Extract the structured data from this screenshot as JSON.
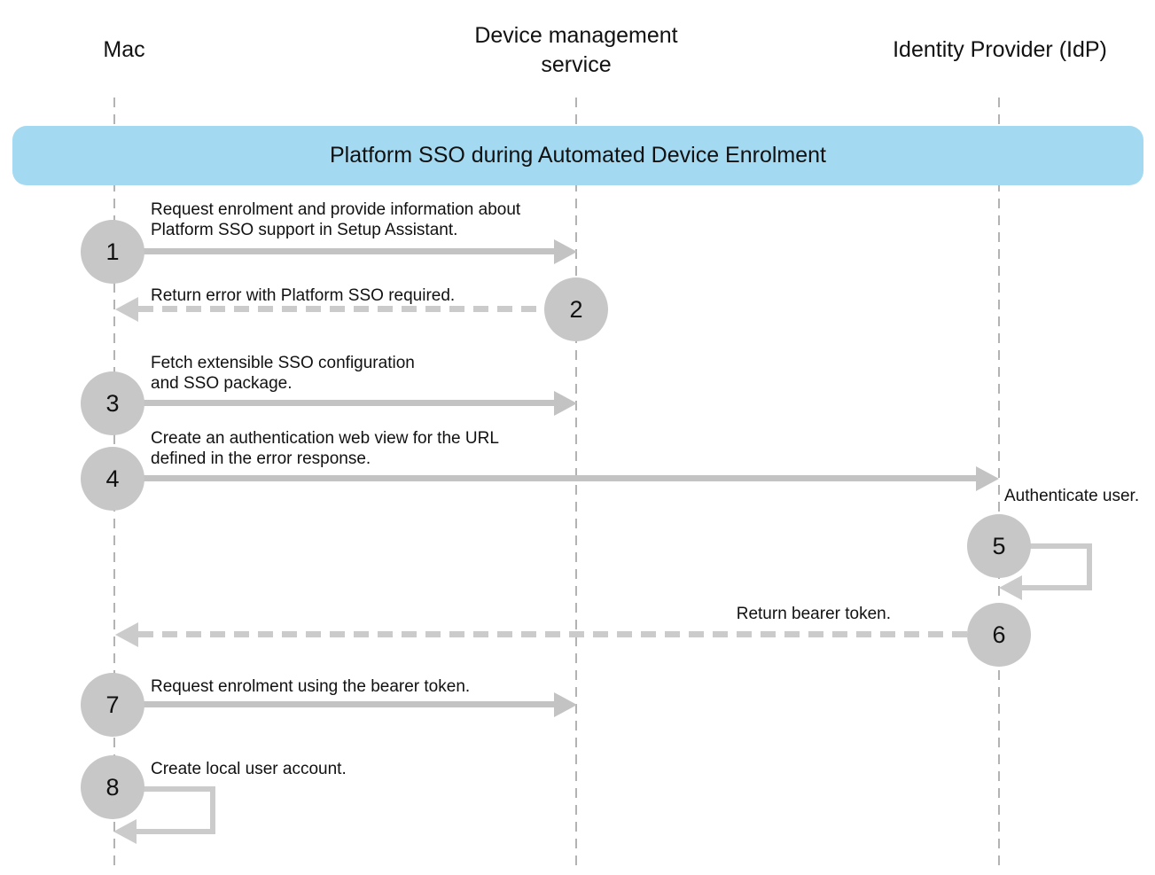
{
  "colors": {
    "banner_bg": "#a3d9f1",
    "circle_fill": "#c7c7c7",
    "solid_arrow": "#c3c3c3",
    "dashed_arrow": "#cbcbcb",
    "lifeline": "#b3b3b3",
    "text": "#111111"
  },
  "actors": [
    {
      "name": "Mac"
    },
    {
      "name": "Device management\nservice"
    },
    {
      "name": "Identity Provider (IdP)"
    }
  ],
  "banner": {
    "title": "Platform SSO during Automated Device Enrolment"
  },
  "steps": [
    {
      "number": "1",
      "text": "Request enrolment and provide information about\nPlatform SSO support in Setup Assistant.",
      "from": "Mac",
      "to": "Device management service",
      "style": "solid"
    },
    {
      "number": "2",
      "text": "Return error with Platform SSO required.",
      "from": "Device management service",
      "to": "Mac",
      "style": "dashed"
    },
    {
      "number": "3",
      "text": "Fetch extensible SSO configuration\nand SSO package.",
      "from": "Mac",
      "to": "Device management service",
      "style": "solid"
    },
    {
      "number": "4",
      "text": "Create an authentication web view for the URL\ndefined in the error response.",
      "from": "Mac",
      "to": "Identity Provider (IdP)",
      "style": "solid"
    },
    {
      "number": "5",
      "text": "Authenticate user.",
      "from": "Identity Provider (IdP)",
      "to": "Identity Provider (IdP)",
      "style": "self"
    },
    {
      "number": "6",
      "text": "Return bearer token.",
      "from": "Identity Provider (IdP)",
      "to": "Mac",
      "style": "dashed"
    },
    {
      "number": "7",
      "text": "Request enrolment using the bearer token.",
      "from": "Mac",
      "to": "Device management service",
      "style": "solid"
    },
    {
      "number": "8",
      "text": "Create local user account.",
      "from": "Mac",
      "to": "Mac",
      "style": "self"
    }
  ]
}
